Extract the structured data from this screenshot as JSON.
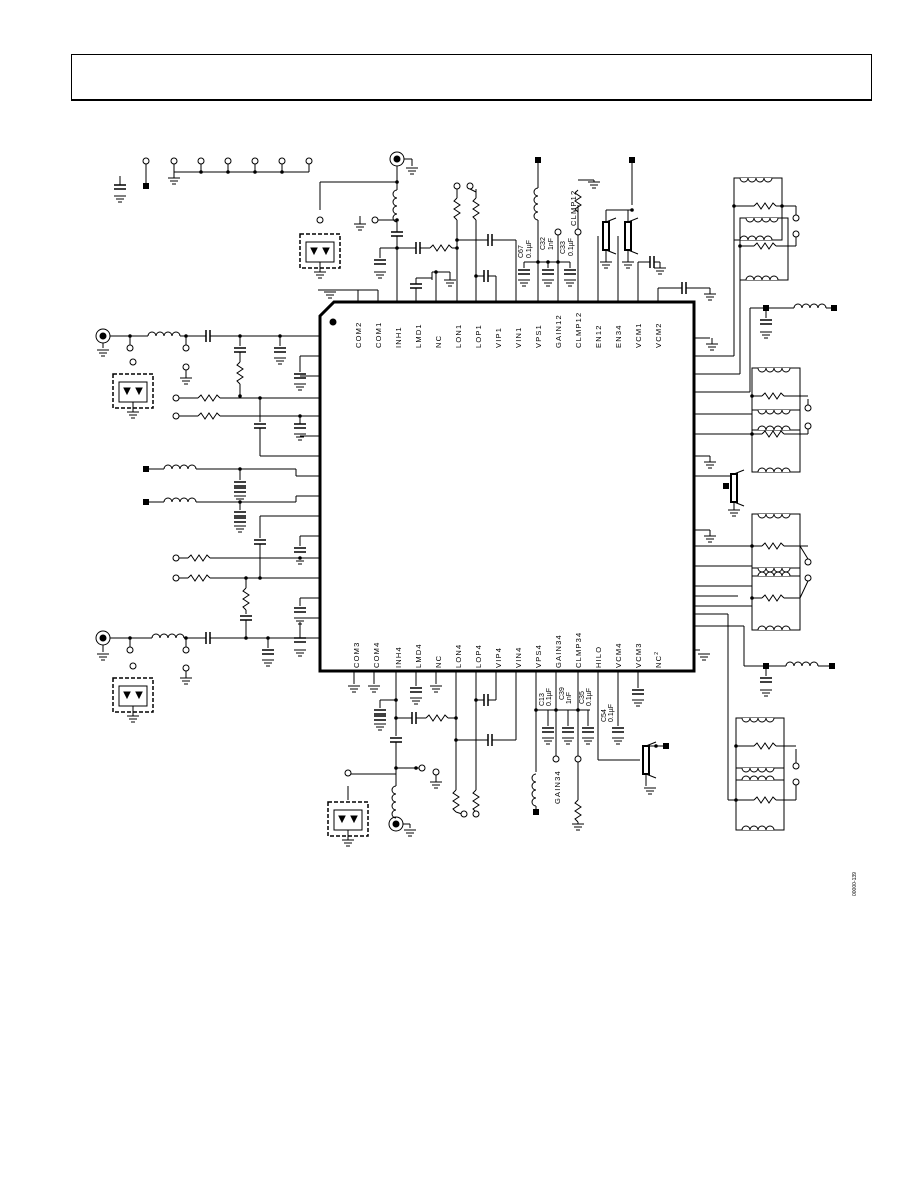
{
  "pins": {
    "top": [
      "COM2",
      "COM1",
      "INH1",
      "LMD1",
      "NC",
      "LON1",
      "LOP1",
      "VIP1",
      "VIN1",
      "VPS1",
      "GAIN12",
      "CLMP12",
      "EN12",
      "EN34",
      "VCM1",
      "VCM2"
    ],
    "bottom": [
      "COM3",
      "COM4",
      "INH4",
      "LMD4",
      "NC",
      "LON4",
      "LOP4",
      "VIP4",
      "VIN4",
      "VPS4",
      "GAIN34",
      "CLMP34",
      "HILO",
      "VCM4",
      "VCM3",
      "NC"
    ]
  },
  "bottom_last_superscript": "2",
  "labels": {
    "c67": "C67",
    "c67_val": "0.1µF",
    "c32": "C32",
    "c32_val": "1nF",
    "c33": "C33",
    "c33_val": "0.1µF",
    "clmp12": "CLMP12",
    "c13": "C13",
    "c13_val": "0.1µF",
    "c39": "C39",
    "c39_val": "1nF",
    "c35": "C35",
    "c35_val": "0.1µF",
    "c54": "C54",
    "c54_val": "0.1µF",
    "gain34": "GAIN34"
  },
  "figure_code": "00000-139"
}
